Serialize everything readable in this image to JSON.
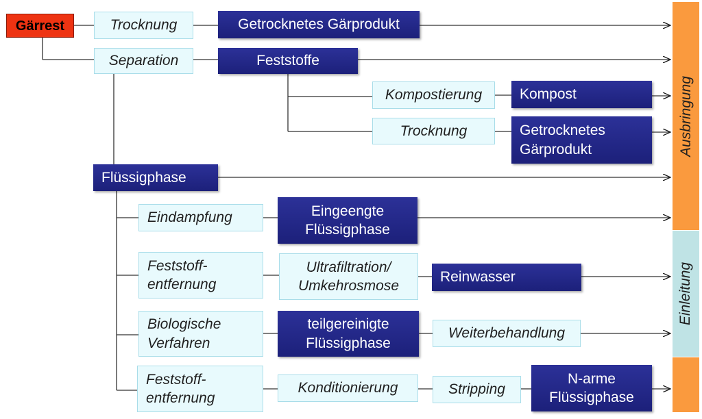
{
  "colors": {
    "start": "#ee3312",
    "process_fill": "#e8fafd",
    "process_border": "#a9dde9",
    "product_fill": "#23288a",
    "bar_orange": "#fa9a3e",
    "bar_teal": "#bfe3e5"
  },
  "start": {
    "label": "Gärrest"
  },
  "bars": {
    "ausbringung": "Ausbringung",
    "einleitung": "Einleitung"
  },
  "nodes": {
    "trocknung_1": {
      "lines": [
        "Trocknung"
      ]
    },
    "getrocknet_1": {
      "lines": [
        "Getrocknetes Gärprodukt"
      ]
    },
    "separation": {
      "lines": [
        "Separation"
      ]
    },
    "feststoffe": {
      "lines": [
        "Feststoffe"
      ]
    },
    "kompostierung": {
      "lines": [
        "Kompostierung"
      ]
    },
    "kompost": {
      "lines": [
        "Kompost"
      ]
    },
    "trocknung_2": {
      "lines": [
        "Trocknung"
      ]
    },
    "getrocknet_2": {
      "lines": [
        "Getrocknetes",
        "Gärprodukt"
      ]
    },
    "fluessigphase": {
      "lines": [
        "Flüssigphase"
      ]
    },
    "eindampfung": {
      "lines": [
        "Eindampfung"
      ]
    },
    "eingeengt": {
      "lines": [
        "Eingeengte",
        "Flüssigphase"
      ]
    },
    "feststoff_1": {
      "lines": [
        "Feststoff-",
        "entfernung"
      ]
    },
    "ultrafiltration": {
      "lines": [
        "Ultrafiltration/",
        "Umkehrosmose"
      ]
    },
    "reinwasser": {
      "lines": [
        "Reinwasser"
      ]
    },
    "biologische": {
      "lines": [
        "Biologische",
        "Verfahren"
      ]
    },
    "teilgereinigt": {
      "lines": [
        "teilgereinigte",
        "Flüssigphase"
      ]
    },
    "weiterbehandlung": {
      "lines": [
        "Weiterbehandlung"
      ]
    },
    "feststoff_2": {
      "lines": [
        "Feststoff-",
        "entfernung"
      ]
    },
    "konditionierung": {
      "lines": [
        "Konditionierung"
      ]
    },
    "stripping": {
      "lines": [
        "Stripping"
      ]
    },
    "n_arme": {
      "lines": [
        "N-arme",
        "Flüssigphase"
      ]
    }
  }
}
